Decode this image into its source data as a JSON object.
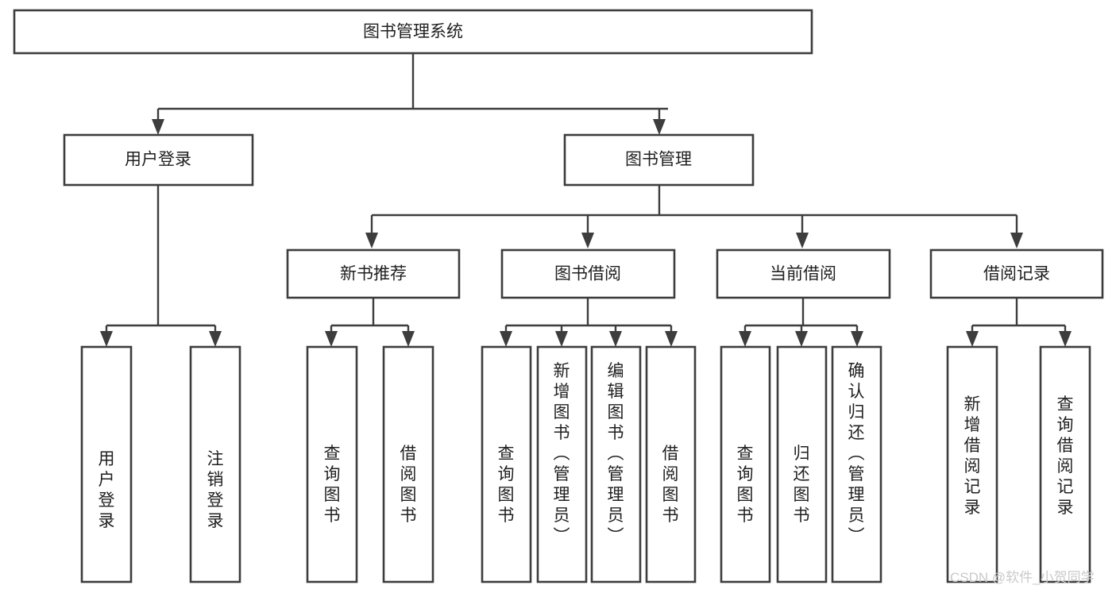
{
  "diagram": {
    "type": "tree-hierarchy",
    "title": "图书管理系统",
    "root": {
      "id": "root",
      "label": "图书管理系统"
    },
    "level2": [
      {
        "id": "user-login",
        "label": "用户登录"
      },
      {
        "id": "book-manage",
        "label": "图书管理"
      }
    ],
    "level3": [
      {
        "id": "new-book-recommend",
        "label": "新书推荐",
        "parent": "book-manage"
      },
      {
        "id": "book-borrow",
        "label": "图书借阅",
        "parent": "book-manage"
      },
      {
        "id": "current-borrow",
        "label": "当前借阅",
        "parent": "book-manage"
      },
      {
        "id": "borrow-record",
        "label": "借阅记录",
        "parent": "book-manage"
      }
    ],
    "leaves": [
      {
        "id": "leaf-user-login",
        "label": "用户登录",
        "parent": "user-login"
      },
      {
        "id": "leaf-logout",
        "label": "注销登录",
        "parent": "user-login"
      },
      {
        "id": "leaf-query-book-1",
        "label": "查询图书",
        "parent": "new-book-recommend"
      },
      {
        "id": "leaf-borrow-book-1",
        "label": "借阅图书",
        "parent": "new-book-recommend"
      },
      {
        "id": "leaf-query-book-2",
        "label": "查询图书",
        "parent": "book-borrow"
      },
      {
        "id": "leaf-add-book",
        "label": "新增图书（管理员）",
        "parent": "book-borrow"
      },
      {
        "id": "leaf-edit-book",
        "label": "编辑图书（管理员）",
        "parent": "book-borrow"
      },
      {
        "id": "leaf-borrow-book-2",
        "label": "借阅图书",
        "parent": "book-borrow"
      },
      {
        "id": "leaf-query-book-3",
        "label": "查询图书",
        "parent": "current-borrow"
      },
      {
        "id": "leaf-return-book",
        "label": "归还图书",
        "parent": "current-borrow"
      },
      {
        "id": "leaf-confirm-return",
        "label": "确认归还（管理员）",
        "parent": "current-borrow"
      },
      {
        "id": "leaf-add-record",
        "label": "新增借阅记录",
        "parent": "borrow-record"
      },
      {
        "id": "leaf-query-record",
        "label": "查询借阅记录",
        "parent": "borrow-record"
      }
    ],
    "watermark": "CSDN @软件_小贺同学",
    "colors": {
      "stroke": "#3d3d3d",
      "fill": "#ffffff",
      "text": "#1f1f1f",
      "watermark": "#c9c9c9"
    }
  }
}
